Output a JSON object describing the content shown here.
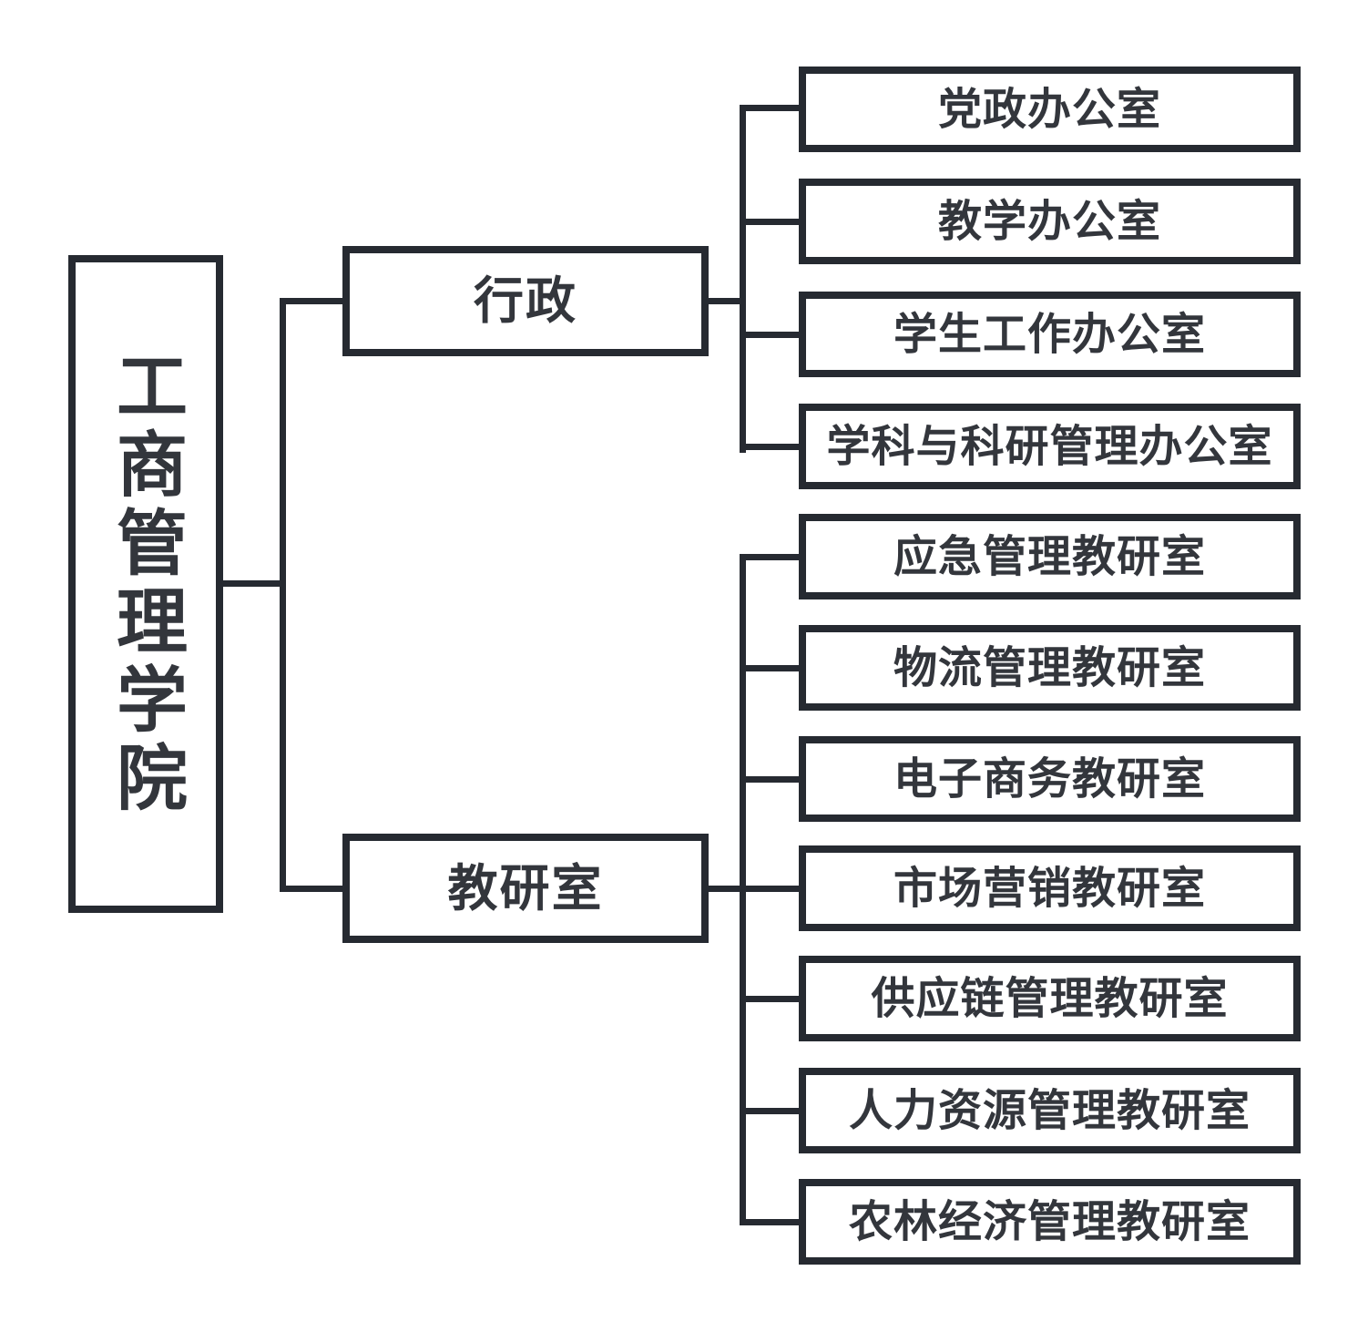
{
  "chart": {
    "type": "org-chart",
    "root": {
      "label": "工商管理学院"
    },
    "branches": [
      {
        "label": "行政",
        "children": [
          "党政办公室",
          "教学办公室",
          "学生工作办公室",
          "学科与科研管理办公室"
        ]
      },
      {
        "label": "教研室",
        "children": [
          "应急管理教研室",
          "物流管理教研室",
          "电子商务教研室",
          "市场营销教研室",
          "供应链管理教研室",
          "人力资源管理教研室",
          "农林经济管理教研室"
        ]
      }
    ],
    "colors": {
      "line": "#262a31",
      "text": "#33363c",
      "background": "#ffffff"
    }
  }
}
